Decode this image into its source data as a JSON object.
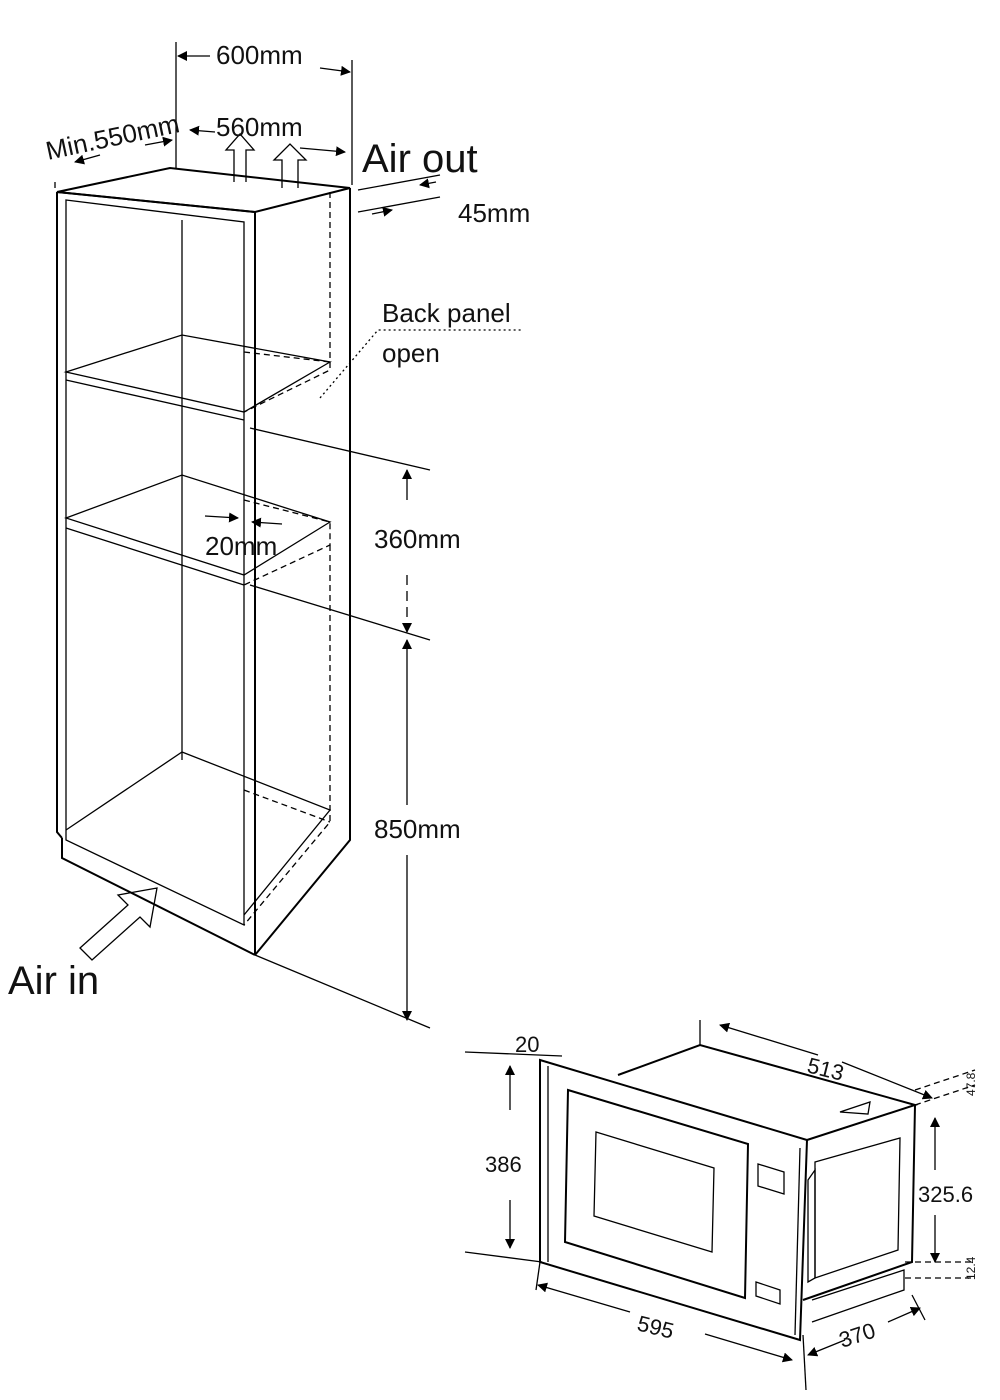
{
  "cabinet": {
    "width_label": "600mm",
    "inner_width_label": "560mm",
    "depth_label": "Min.550mm",
    "air_out_label": "Air out",
    "gap_label": "45mm",
    "back_panel_line1": "Back panel",
    "back_panel_line2": "open",
    "niche_height_label": "360mm",
    "shelf_gap_label": "20mm",
    "base_height_label": "850mm",
    "air_in_label": "Air in"
  },
  "oven": {
    "frame_label": "20",
    "depth_label": "513",
    "top_offset_label": "47.8",
    "front_height_label": "386",
    "body_height_label": "325.6",
    "bottom_offset_label": "12.4",
    "front_width_label": "595",
    "body_width_label": "370"
  }
}
